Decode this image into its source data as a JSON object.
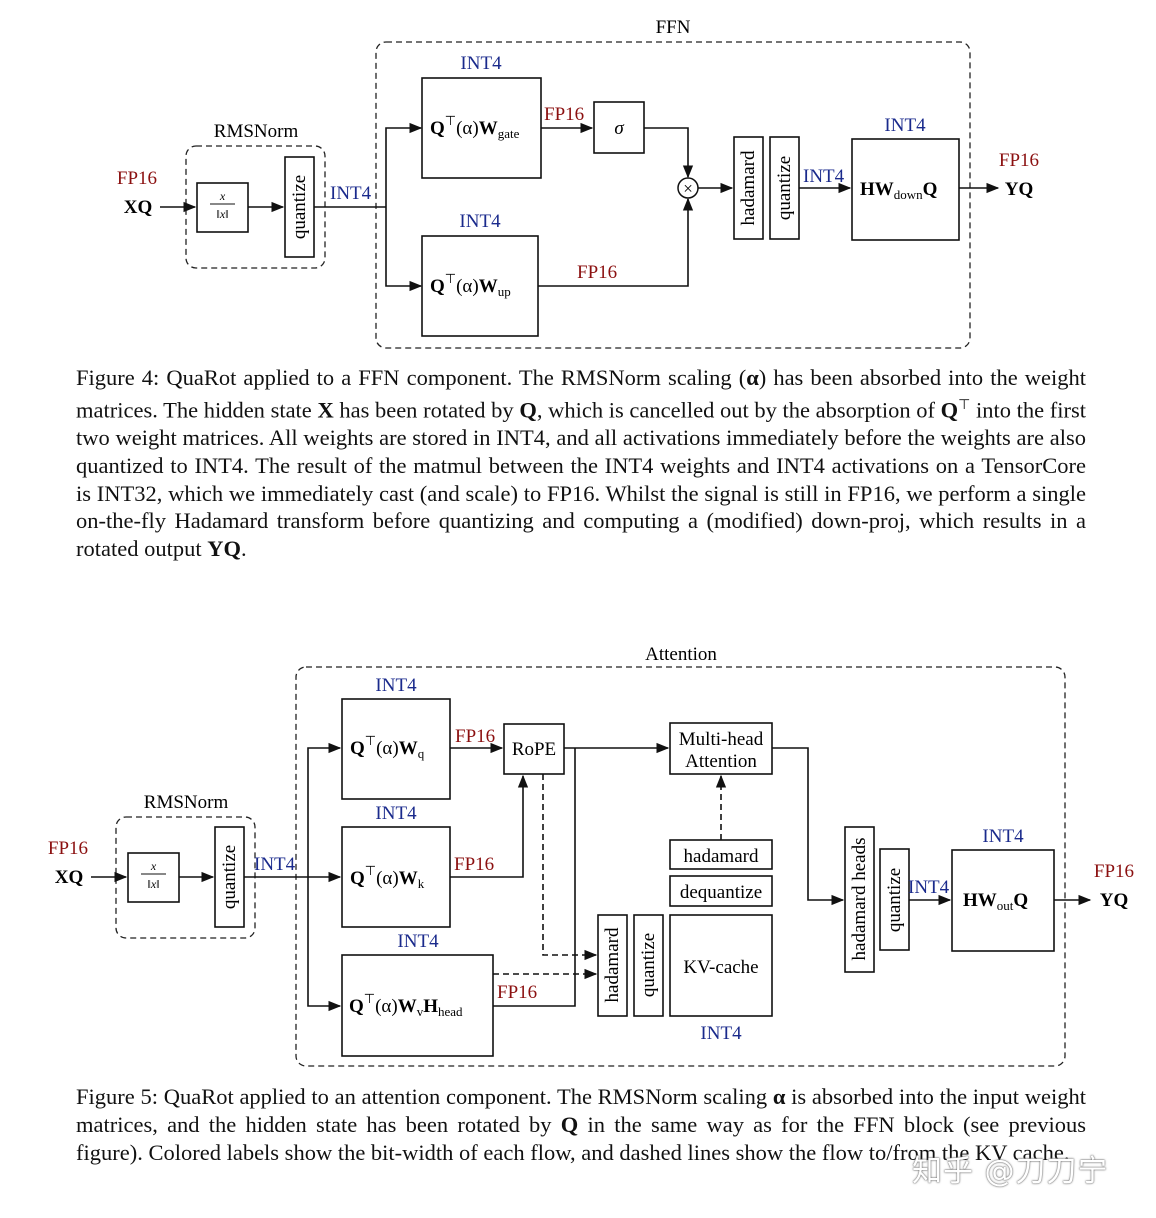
{
  "figure4": {
    "group_ffn": "FFN",
    "group_rmsnorm": "RMSNorm",
    "input": "XQ",
    "input_dtype": "FP16",
    "norm_num": "x",
    "norm_den": "‖x‖",
    "quantize": "quantize",
    "int4": "INT4",
    "fp16": "FP16",
    "gate": {
      "q": "Q",
      "t": "⊤",
      "a": "(α)",
      "w": "W",
      "sub": "gate"
    },
    "up": {
      "q": "Q",
      "t": "⊤",
      "a": "(α)",
      "w": "W",
      "sub": "up"
    },
    "sigma": "σ",
    "mult": "×",
    "hadamard": "hadamard",
    "down": {
      "h": "HW",
      "sub": "down",
      "q": "Q"
    },
    "output": "YQ",
    "output_dtype": "FP16",
    "caption_lead": "Figure 4:",
    "caption": [
      "QuaRot applied to a FFN component.  The RMSNorm scaling (",
      "α",
      ") has been absorbed into the weight matrices.  The hidden state ",
      "X",
      " has been rotated by ",
      "Q",
      ", which is cancelled out by the absorption of ",
      "Q",
      "⊤",
      " into the first two weight matrices.  All weights are stored in INT4, and all activations immediately before the weights are also quantized to INT4.  The result of the matmul between the INT4 weights and INT4 activations on a TensorCore is INT32, which we immediately cast (and scale) to FP16. Whilst the signal is still in FP16, we perform a single on-the-fly Hadamard transform before quantizing and computing a (modified) down-proj, which results in a rotated output ",
      "YQ",
      "."
    ]
  },
  "figure5": {
    "group_attention": "Attention",
    "group_rmsnorm": "RMSNorm",
    "input": "XQ",
    "input_dtype": "FP16",
    "norm_num": "x",
    "norm_den": "‖x‖",
    "quantize": "quantize",
    "int4": "INT4",
    "fp16": "FP16",
    "wq": {
      "q": "Q",
      "t": "⊤",
      "a": "(α)",
      "w": "W",
      "sub": "q"
    },
    "wk": {
      "q": "Q",
      "t": "⊤",
      "a": "(α)",
      "w": "W",
      "sub": "k"
    },
    "wv": {
      "q": "Q",
      "t": "⊤",
      "a": "(α)",
      "w": "W",
      "wsub": "v",
      "h": "H",
      "sub": "head"
    },
    "rope": "RoPE",
    "mha_line1": "Multi-head",
    "mha_line2": "Attention",
    "hadamard": "hadamard",
    "dequantize": "dequantize",
    "kvcache": "KV-cache",
    "hadamard_heads": "hadamard heads",
    "out": {
      "h": "HW",
      "sub": "out",
      "q": "Q"
    },
    "output": "YQ",
    "output_dtype": "FP16",
    "caption_lead": "Figure 5:",
    "caption": [
      "QuaRot applied to an attention component. The RMSNorm scaling ",
      "α",
      " is absorbed into the input weight matrices, and the hidden state has been rotated by ",
      "Q",
      " in the same way as for the FFN block (see previous figure). Colored labels show the bit-width of each flow, and dashed lines show the flow to/from the KV cache."
    ]
  },
  "watermark": "知乎 @刀刀宁"
}
